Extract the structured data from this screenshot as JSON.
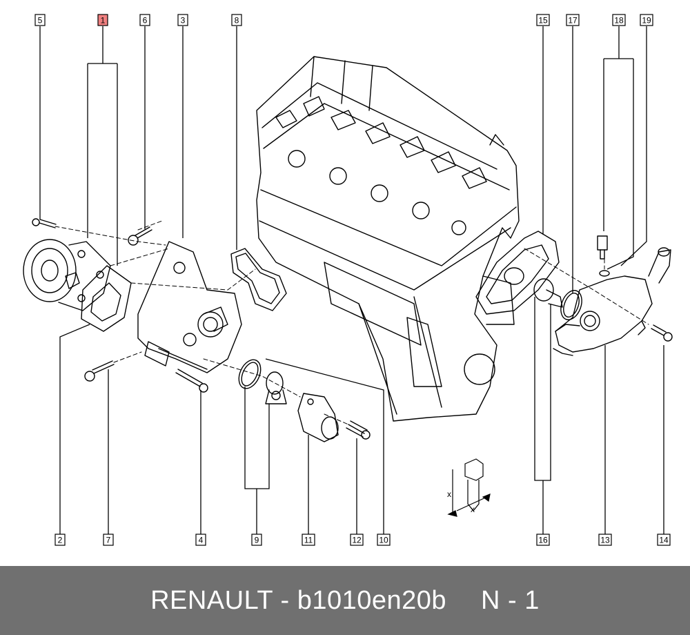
{
  "callouts": [
    {
      "id": "c1",
      "label": "1",
      "highlight": true
    },
    {
      "id": "c2",
      "label": "2"
    },
    {
      "id": "c3",
      "label": "3"
    },
    {
      "id": "c4",
      "label": "4"
    },
    {
      "id": "c5",
      "label": "5"
    },
    {
      "id": "c6",
      "label": "6"
    },
    {
      "id": "c7",
      "label": "7"
    },
    {
      "id": "c8",
      "label": "8"
    },
    {
      "id": "c9",
      "label": "9"
    },
    {
      "id": "c10",
      "label": "10"
    },
    {
      "id": "c11",
      "label": "11"
    },
    {
      "id": "c12",
      "label": "12"
    },
    {
      "id": "c13",
      "label": "13"
    },
    {
      "id": "c14",
      "label": "14"
    },
    {
      "id": "c15",
      "label": "15"
    },
    {
      "id": "c16",
      "label": "16"
    },
    {
      "id": "c17",
      "label": "17"
    },
    {
      "id": "c18",
      "label": "18"
    },
    {
      "id": "c19",
      "label": "19"
    }
  ],
  "torque_symbol": {
    "mark_a": "x",
    "mark_b": "x"
  },
  "footer": {
    "brand": "RENAULT - b1010en20b",
    "page": "N - 1"
  },
  "colors": {
    "highlight": "#f08080",
    "footer_bg": "#707070",
    "line": "#000000"
  }
}
